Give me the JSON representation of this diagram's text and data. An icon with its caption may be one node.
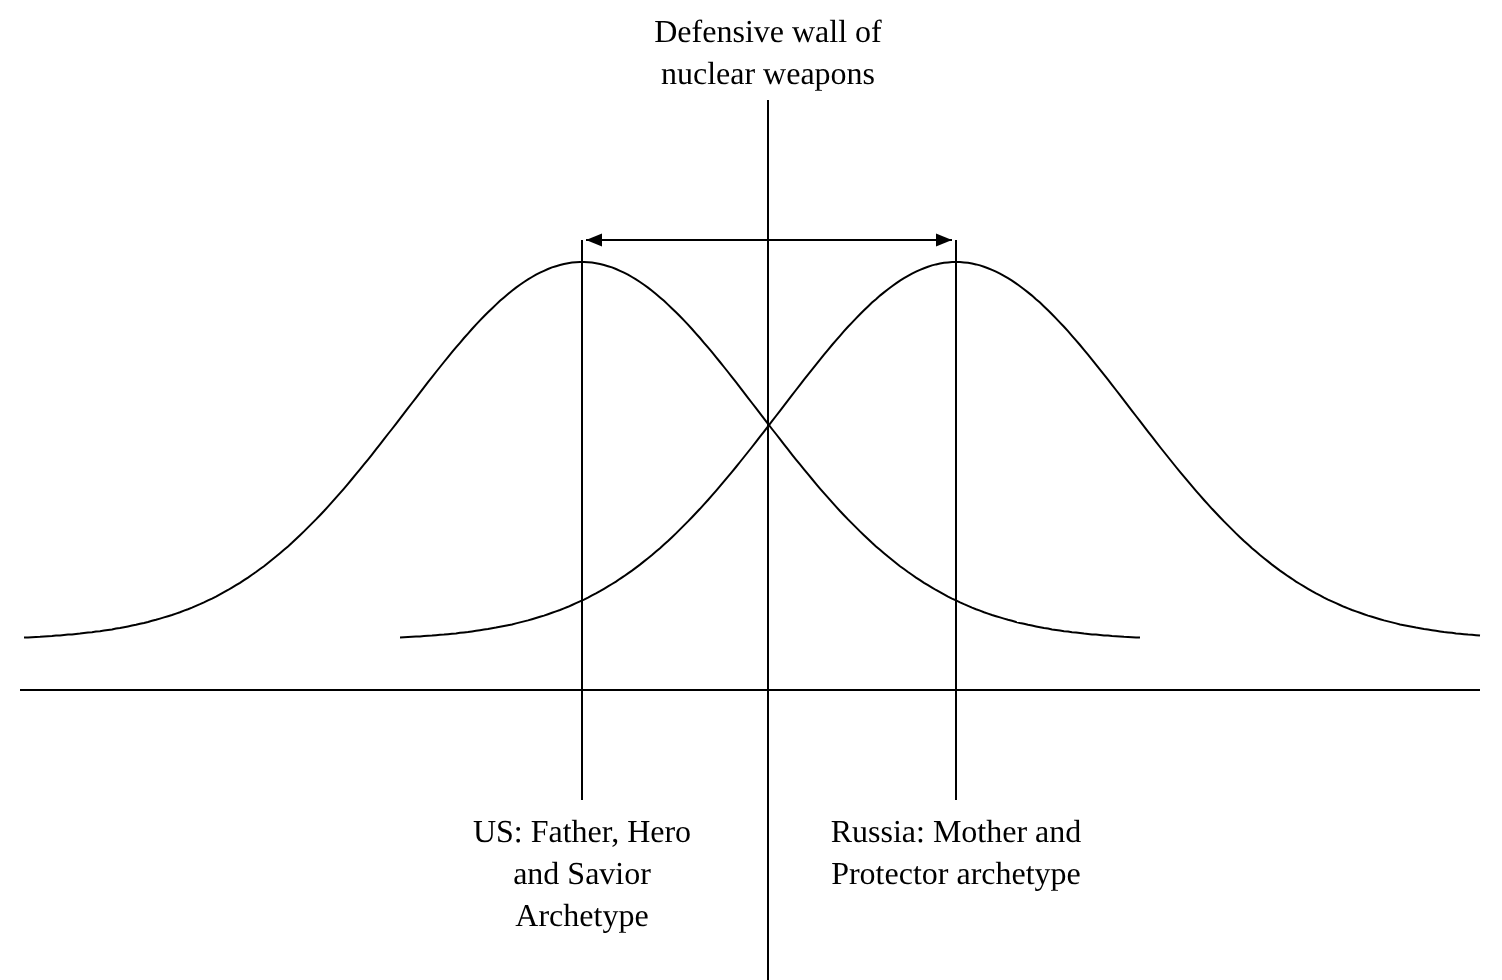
{
  "diagram": {
    "labels": [
      "Defensive wall of nuclear weapons",
      "US: Father, Hero and Savior Archetype",
      "Russia: Mother and Protector archetype"
    ]
  }
}
